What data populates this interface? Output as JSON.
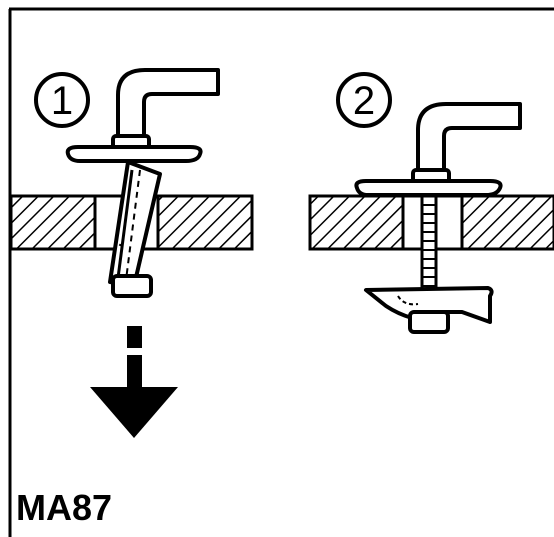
{
  "figure": {
    "steps": [
      {
        "label": "1"
      },
      {
        "label": "2"
      }
    ],
    "code": "MA87"
  },
  "colors": {
    "ink": "#000000",
    "paper": "#ffffff"
  },
  "icons": {
    "direction": "arrow-down-icon"
  }
}
